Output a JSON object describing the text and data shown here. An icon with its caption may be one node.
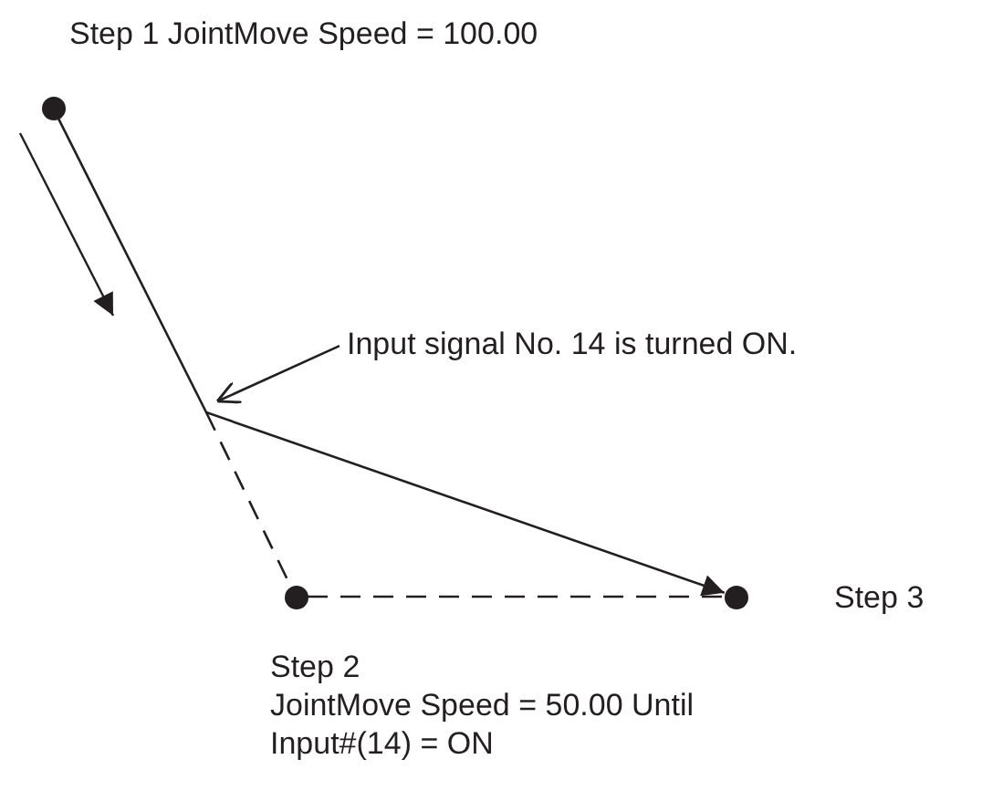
{
  "diagram": {
    "nodes": [
      {
        "text": [],
        "shape": "circle",
        "beside": [
          "Step 1 JointMove Speed = 100.00"
        ]
      },
      {
        "text": [],
        "shape": "circle",
        "beside": [
          "Step 2",
          "JointMove Speed = 50.00 Until Input#(14) = ON"
        ]
      },
      {
        "text": [],
        "shape": "circle",
        "beside": [
          "Step 3"
        ]
      },
      {
        "text": [
          "Input signal No. 14 is turned ON."
        ]
      }
    ],
    "edges": [
      {
        "from": 0,
        "to": 2,
        "arrow": "to"
      },
      {
        "from": null,
        "to": 1,
        "arrow": "none",
        "style": "dashed"
      },
      {
        "from": 1,
        "to": 2,
        "arrow": "none",
        "style": "dashed"
      },
      {
        "from": 3,
        "to": null,
        "arrow": "to"
      }
    ]
  }
}
